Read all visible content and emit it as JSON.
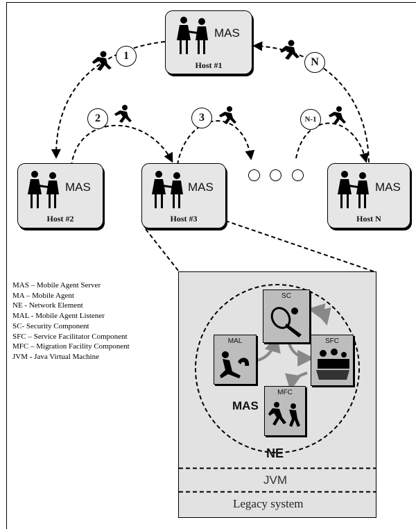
{
  "hosts": [
    {
      "id": "host1",
      "server_label": "MAS",
      "name": "Host #1"
    },
    {
      "id": "host2",
      "server_label": "MAS",
      "name": "Host #2"
    },
    {
      "id": "host3",
      "server_label": "MAS",
      "name": "Host #3"
    },
    {
      "id": "hostN",
      "server_label": "MAS",
      "name": "Host N"
    }
  ],
  "steps": [
    "1",
    "2",
    "3",
    "N-1",
    "N"
  ],
  "legend": [
    "MAS – Mobile Agent Server",
    "MA – Mobile Agent",
    "NE - Network Element",
    "MAL - Mobile Agent Listener",
    "SC- Security Component",
    "SFC – Service Facilitator Component",
    "MFC – Migration Facility Component",
    "JVM - Java Virtual Machine"
  ],
  "detail": {
    "components": {
      "sc": "SC",
      "mal": "MAL",
      "sfc": "SFC",
      "mfc": "MFC"
    },
    "mas_label": "MAS",
    "ne_label": "NE",
    "jvm_label": "JVM",
    "legacy_label": "Legacy system"
  },
  "icons": [
    "handshake-figures-icon",
    "running-agent-icon",
    "security-lock-icon",
    "telephone-listener-icon",
    "facilitator-group-icon",
    "migration-figures-icon"
  ]
}
